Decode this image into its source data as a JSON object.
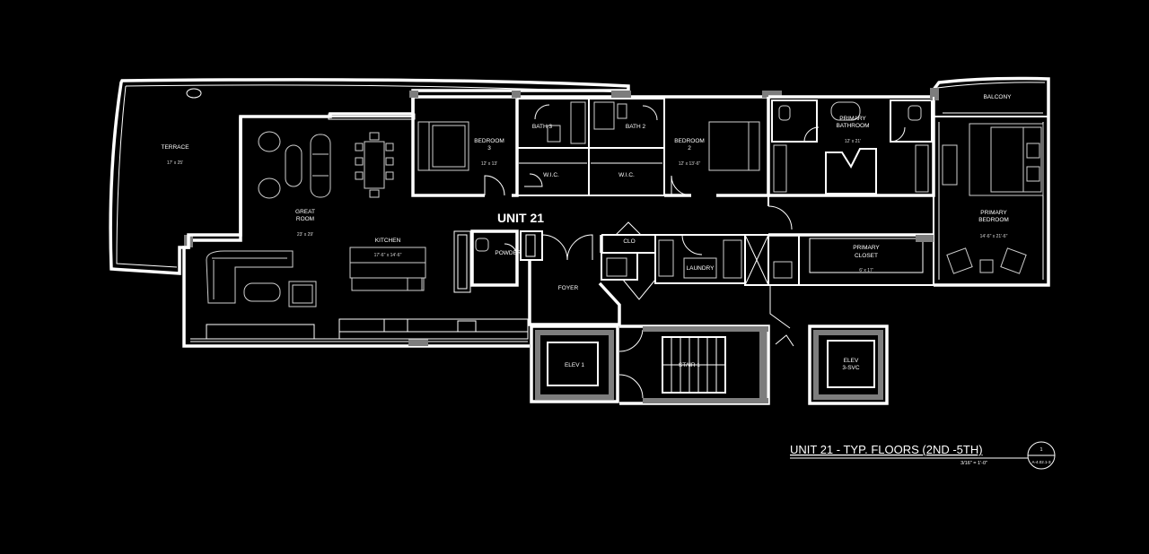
{
  "plan": {
    "unit_label": "UNIT 21",
    "title": "UNIT 21 - TYP. FLOORS (2ND -5TH)",
    "scale": "3/16\" = 1'-0\"",
    "detail_number": "1",
    "sheet_ref": "A-4.02.1-3"
  },
  "rooms": {
    "terrace": {
      "name": "TERRACE",
      "dims": "17' x 25'"
    },
    "great_room": {
      "name_line1": "GREAT",
      "name_line2": "ROOM",
      "dims": "23' x 29'"
    },
    "kitchen": {
      "name": "KITCHEN",
      "dims": "17'-6\" x 14'-6\""
    },
    "bedroom3": {
      "name_line1": "BEDROOM",
      "name_line2": "3",
      "dims": "12' x 13'"
    },
    "bath3": {
      "name": "BATH 3"
    },
    "wic_left": {
      "name": "W.I.C."
    },
    "bath2": {
      "name": "BATH 2"
    },
    "wic_right": {
      "name": "W.I.C."
    },
    "bedroom2": {
      "name_line1": "BEDROOM",
      "name_line2": "2",
      "dims": "12' x 13'-6\""
    },
    "primary_bath": {
      "name_line1": "PRIMARY",
      "name_line2": "BATHROOM",
      "dims": "12' x 21'"
    },
    "balcony": {
      "name": "BALCONY"
    },
    "primary_bedroom": {
      "name_line1": "PRIMARY",
      "name_line2": "BEDROOM",
      "dims": "14'-6\" x 21'-6\""
    },
    "primary_closet": {
      "name_line1": "PRIMARY",
      "name_line2": "CLOSET",
      "dims": "6' x 17'"
    },
    "powder": {
      "name": "POWDER"
    },
    "clo": {
      "name": "CLO"
    },
    "laundry": {
      "name": "LAUNDRY"
    },
    "foyer": {
      "name": "FOYER"
    },
    "elev1": {
      "name": "ELEV 1"
    },
    "stair": {
      "name": "STAIR 1"
    },
    "elev_svc": {
      "name_line1": "ELEV",
      "name_line2": "3-SVC"
    }
  }
}
